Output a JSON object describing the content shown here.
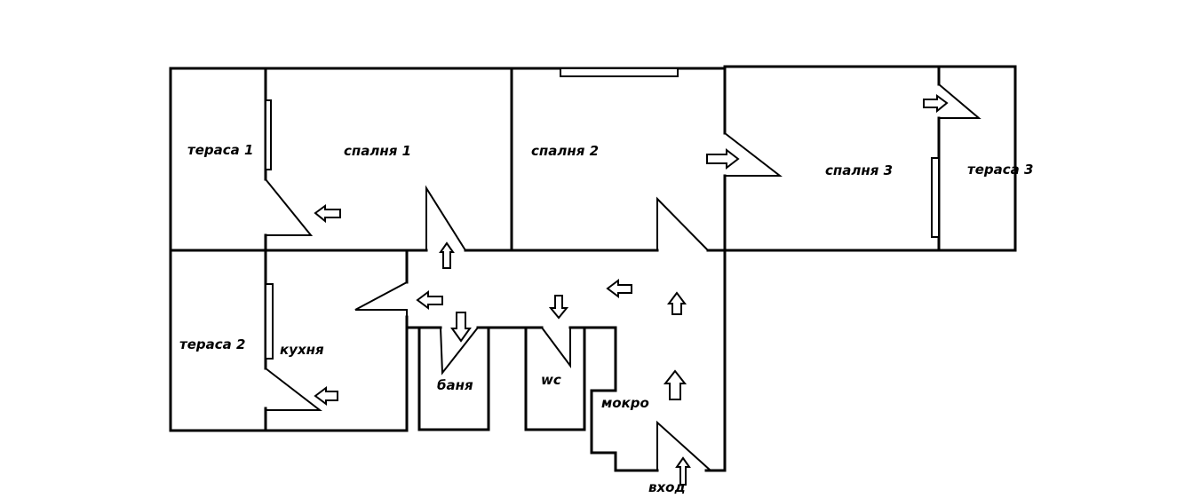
{
  "rooms": {
    "terrace1": "тераса 1",
    "bedroom1": "спалня 1",
    "bedroom2": "спалня 2",
    "bedroom3": "спалня 3",
    "terrace3": "тераса 3",
    "terrace2": "тераса 2",
    "kitchen": "кухня",
    "bathroom": "баня",
    "wc": "wc",
    "wet_room": "мокро",
    "entrance": "вход"
  }
}
